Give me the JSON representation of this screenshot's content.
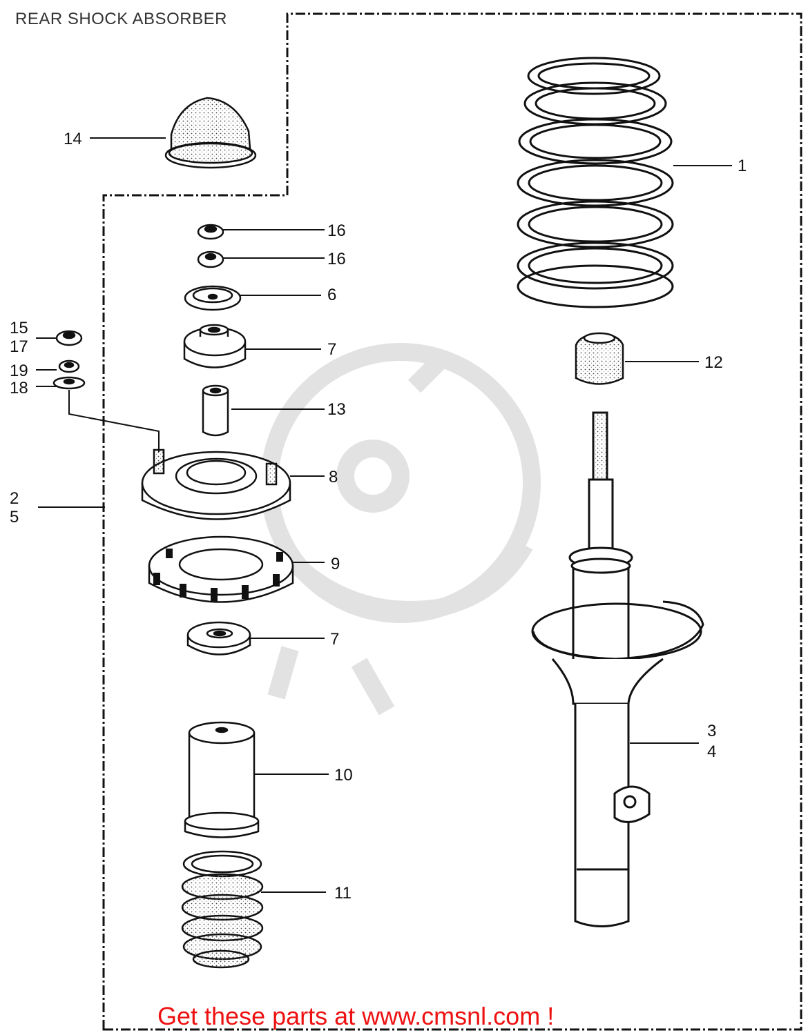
{
  "title": "REAR SHOCK ABSORBER",
  "footer": "Get these parts at www.cmsnl.com !",
  "colors": {
    "ink": "#111111",
    "link": "#ee1111",
    "watermark": "#e6e6e6"
  },
  "callouts": {
    "c1": "1",
    "c2": "2",
    "c5": "5",
    "c3": "3",
    "c4": "4",
    "c6": "6",
    "c7a": "7",
    "c7b": "7",
    "c8": "8",
    "c9": "9",
    "c10": "10",
    "c11": "11",
    "c12": "12",
    "c13": "13",
    "c14": "14",
    "c15": "15",
    "c17": "17",
    "c16a": "16",
    "c16b": "16",
    "c18": "18",
    "c19": "19"
  }
}
